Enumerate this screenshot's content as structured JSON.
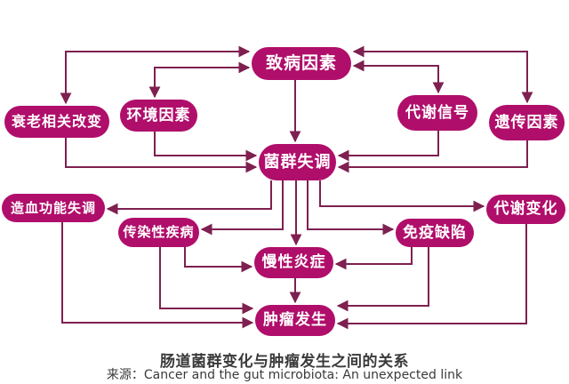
{
  "diagram": {
    "title": "肠道菌群变化与肿瘤发生之间的关系",
    "source": "来源：Cancer and the gut microbiota: An unexpected link",
    "nodes": {
      "pathogenic": {
        "label": "致病因素"
      },
      "aging": {
        "label": "衰老相关改变"
      },
      "environment": {
        "label": "环境因素"
      },
      "metabolic_signal": {
        "label": "代谢信号"
      },
      "genetic": {
        "label": "遗传因素"
      },
      "dysbiosis": {
        "label": "菌群失调"
      },
      "hematopoietic": {
        "label": "造血功能失调"
      },
      "infectious": {
        "label": "传染性疾病"
      },
      "immune": {
        "label": "免疫缺陷"
      },
      "metabolic_change": {
        "label": "代谢变化"
      },
      "inflammation": {
        "label": "慢性炎症"
      },
      "tumor": {
        "label": "肿瘤发生"
      }
    },
    "edges": [
      {
        "from": "aging",
        "to": "pathogenic",
        "bidirectional": true
      },
      {
        "from": "environment",
        "to": "pathogenic",
        "bidirectional": true
      },
      {
        "from": "metabolic_signal",
        "to": "pathogenic",
        "bidirectional": true
      },
      {
        "from": "genetic",
        "to": "pathogenic",
        "bidirectional": true
      },
      {
        "from": "pathogenic",
        "to": "dysbiosis",
        "bidirectional": false
      },
      {
        "from": "environment",
        "to": "dysbiosis",
        "bidirectional": false
      },
      {
        "from": "aging",
        "to": "dysbiosis",
        "bidirectional": false
      },
      {
        "from": "metabolic_signal",
        "to": "dysbiosis",
        "bidirectional": false
      },
      {
        "from": "genetic",
        "to": "dysbiosis",
        "bidirectional": false
      },
      {
        "from": "dysbiosis",
        "to": "hematopoietic",
        "bidirectional": false
      },
      {
        "from": "dysbiosis",
        "to": "infectious",
        "bidirectional": false
      },
      {
        "from": "dysbiosis",
        "to": "inflammation",
        "bidirectional": false
      },
      {
        "from": "dysbiosis",
        "to": "immune",
        "bidirectional": false
      },
      {
        "from": "dysbiosis",
        "to": "metabolic_change",
        "bidirectional": false
      },
      {
        "from": "infectious",
        "to": "inflammation",
        "bidirectional": false
      },
      {
        "from": "immune",
        "to": "inflammation",
        "bidirectional": false
      },
      {
        "from": "inflammation",
        "to": "tumor",
        "bidirectional": false
      },
      {
        "from": "infectious",
        "to": "tumor",
        "bidirectional": false
      },
      {
        "from": "hematopoietic",
        "to": "tumor",
        "bidirectional": false
      },
      {
        "from": "immune",
        "to": "tumor",
        "bidirectional": false
      },
      {
        "from": "metabolic_change",
        "to": "tumor",
        "bidirectional": false
      }
    ]
  },
  "colors": {
    "node_fill": "#b00e6b",
    "node_text": "#ffffff",
    "arrow": "#7e2050",
    "caption_text": "#3a3a3a",
    "background": "#ffffff"
  }
}
